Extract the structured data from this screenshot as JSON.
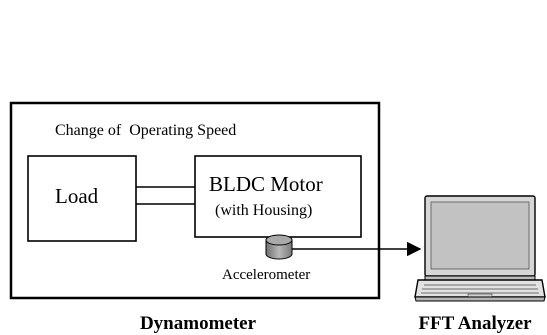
{
  "dynamometer": {
    "caption": "Dynamometer",
    "speed_label": "Change of  Operating Speed"
  },
  "load": {
    "label": "Load"
  },
  "motor": {
    "label": "BLDC Motor",
    "sublabel": "(with Housing)"
  },
  "accelerometer": {
    "label": "Accelerometer"
  },
  "analyzer": {
    "caption": "FFT Analyzer"
  },
  "colors": {
    "line": "#000000",
    "sensor_fill": "#9a9a9a",
    "laptop_screen": "#c8c8c8",
    "laptop_body": "#e0e0e0",
    "background": "#ffffff"
  },
  "icons": {
    "sensor": "cylinder-sensor-icon",
    "analyzer": "laptop-icon",
    "connection": "arrow-right-icon"
  }
}
